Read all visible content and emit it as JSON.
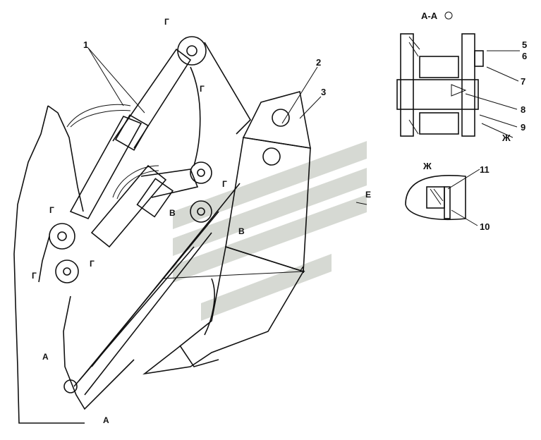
{
  "figure": {
    "part_labels": [
      "1",
      "2",
      "3",
      "4"
    ],
    "section_marks": {
      "G": "Г",
      "V": "В",
      "A": "А",
      "E": "Е"
    },
    "section_view": {
      "title": "А-А",
      "labels": [
        "5",
        "6",
        "7",
        "8",
        "9"
      ],
      "callout_zh": "Ж"
    },
    "detail_view": {
      "title": "Ж",
      "labels": [
        "11",
        "10"
      ]
    }
  }
}
